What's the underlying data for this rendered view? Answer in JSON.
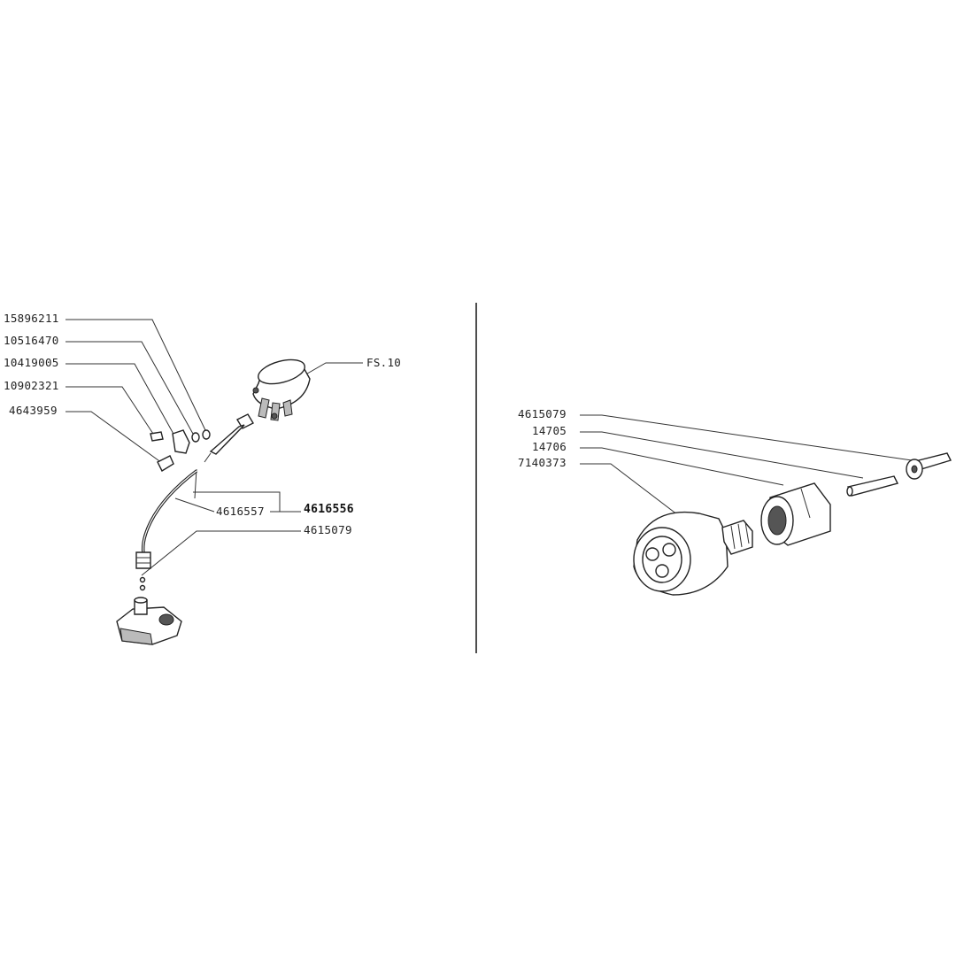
{
  "left_panel": {
    "labels": {
      "l1": "15896211",
      "l2": "10516470",
      "l3": "10419005",
      "l4": "10902321",
      "l5": "4643959",
      "assembly": "FS.10",
      "cable_inner": "4616557",
      "cable_kit": "4616556",
      "fitting": "4615079"
    }
  },
  "right_panel": {
    "labels": {
      "r1": "4615079",
      "r2": "14705",
      "r3": "14706",
      "r4": "7140373"
    }
  },
  "colors": {
    "ink": "#222222",
    "background": "#ffffff"
  }
}
